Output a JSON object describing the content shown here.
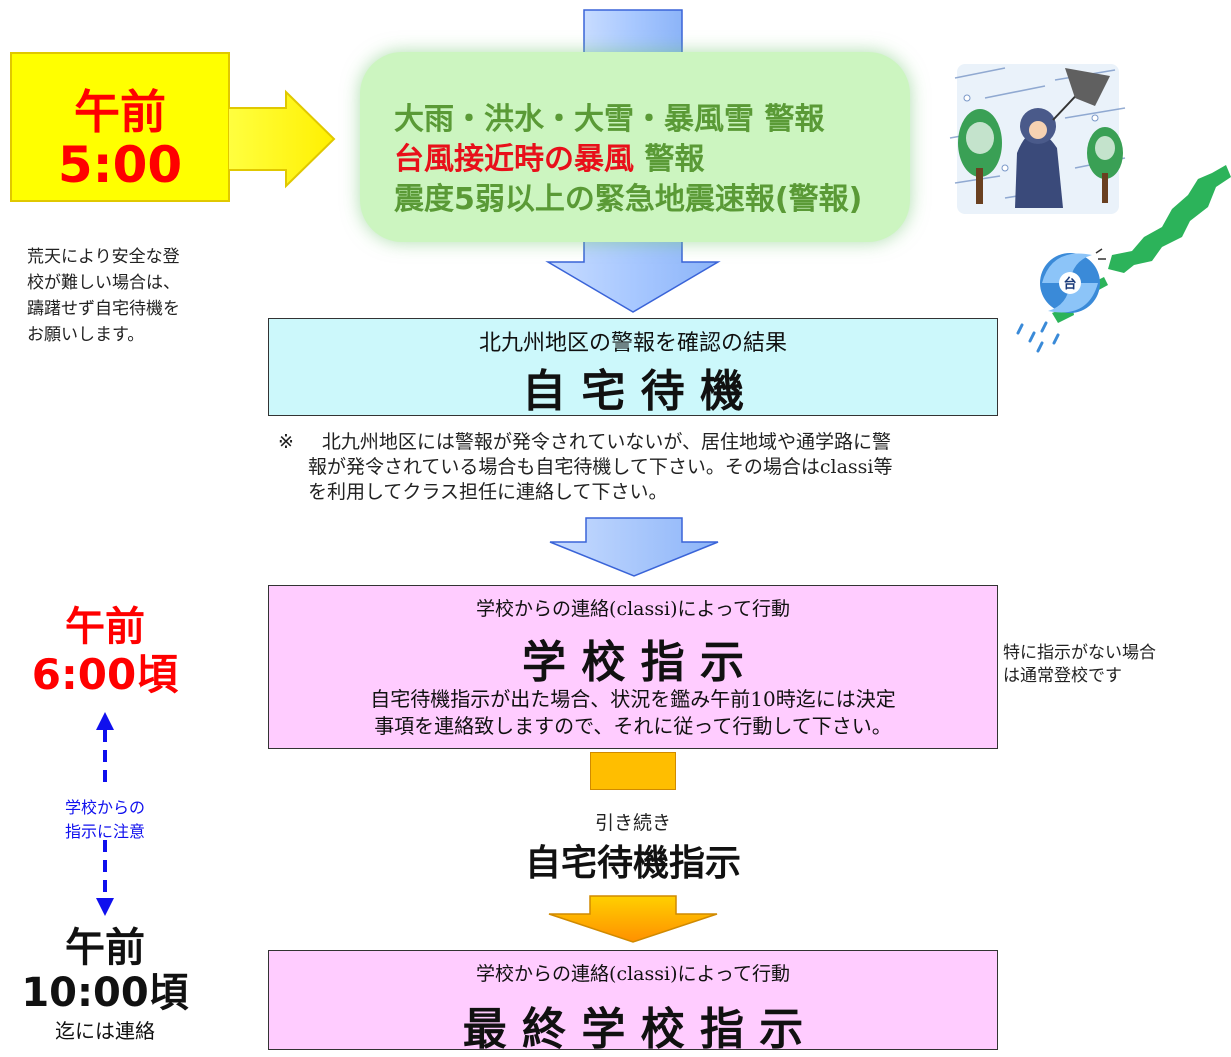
{
  "time_5am": {
    "line1": "午前",
    "line2": "5:00"
  },
  "left_note": [
    "荒天により安全な登",
    "校が難しい場合は、",
    "躊躇せず自宅待機を",
    "お願いします。"
  ],
  "alerts": {
    "line1": "大雨・洪水・大雪・暴風雪 警報",
    "line2_red": "台風接近時の暴風",
    "line2_rest": " 警報",
    "line3": "震度5弱以上の緊急地震速報(警報)"
  },
  "home_wait": {
    "subtitle": "北九州地区の警報を確認の結果",
    "title": "自 宅 待 機"
  },
  "home_wait_note": {
    "mark": "※",
    "line1": "北九州地区には警報が発令されていないが、居住地域や通学路に警",
    "line2": "報が発令されている場合も自宅待機して下さい。その場合はclassi等",
    "line3": "を利用してクラス担任に連絡して下さい。"
  },
  "time_6am": {
    "line1": "午前",
    "line2": "6:00頃"
  },
  "school_instruction": {
    "subtitle": "学校からの連絡(classi)によって行動",
    "title": "学 校 指 示",
    "body1": "自宅待機指示が出た場合、状況を鑑み午前10時迄には決定",
    "body2": "事項を連絡致しますので、それに従って行動して下さい。"
  },
  "right_note": [
    "特に指示がない場合",
    "は通常登校です"
  ],
  "attention_note": [
    "学校からの",
    "指示に注意"
  ],
  "continue": {
    "small": "引き続き",
    "big": "自宅待機指示"
  },
  "time_10am": {
    "line1": "午前",
    "line2": "10:00頃",
    "line3": "迄には連絡"
  },
  "final_instruction": {
    "subtitle": "学校からの連絡(classi)によって行動",
    "title": "最 終 学 校 指 示"
  },
  "icons": {
    "typhoon_label": "台"
  },
  "colors": {
    "red": "#ff0000",
    "yellow": "#ffff00",
    "green_text": "#5a9a36",
    "cyan": "#ccf8fb",
    "pink": "#ffccff",
    "blue_arrow": "#a8c8ff",
    "orange": "#ffbe00",
    "dash_blue": "#1010ee"
  }
}
